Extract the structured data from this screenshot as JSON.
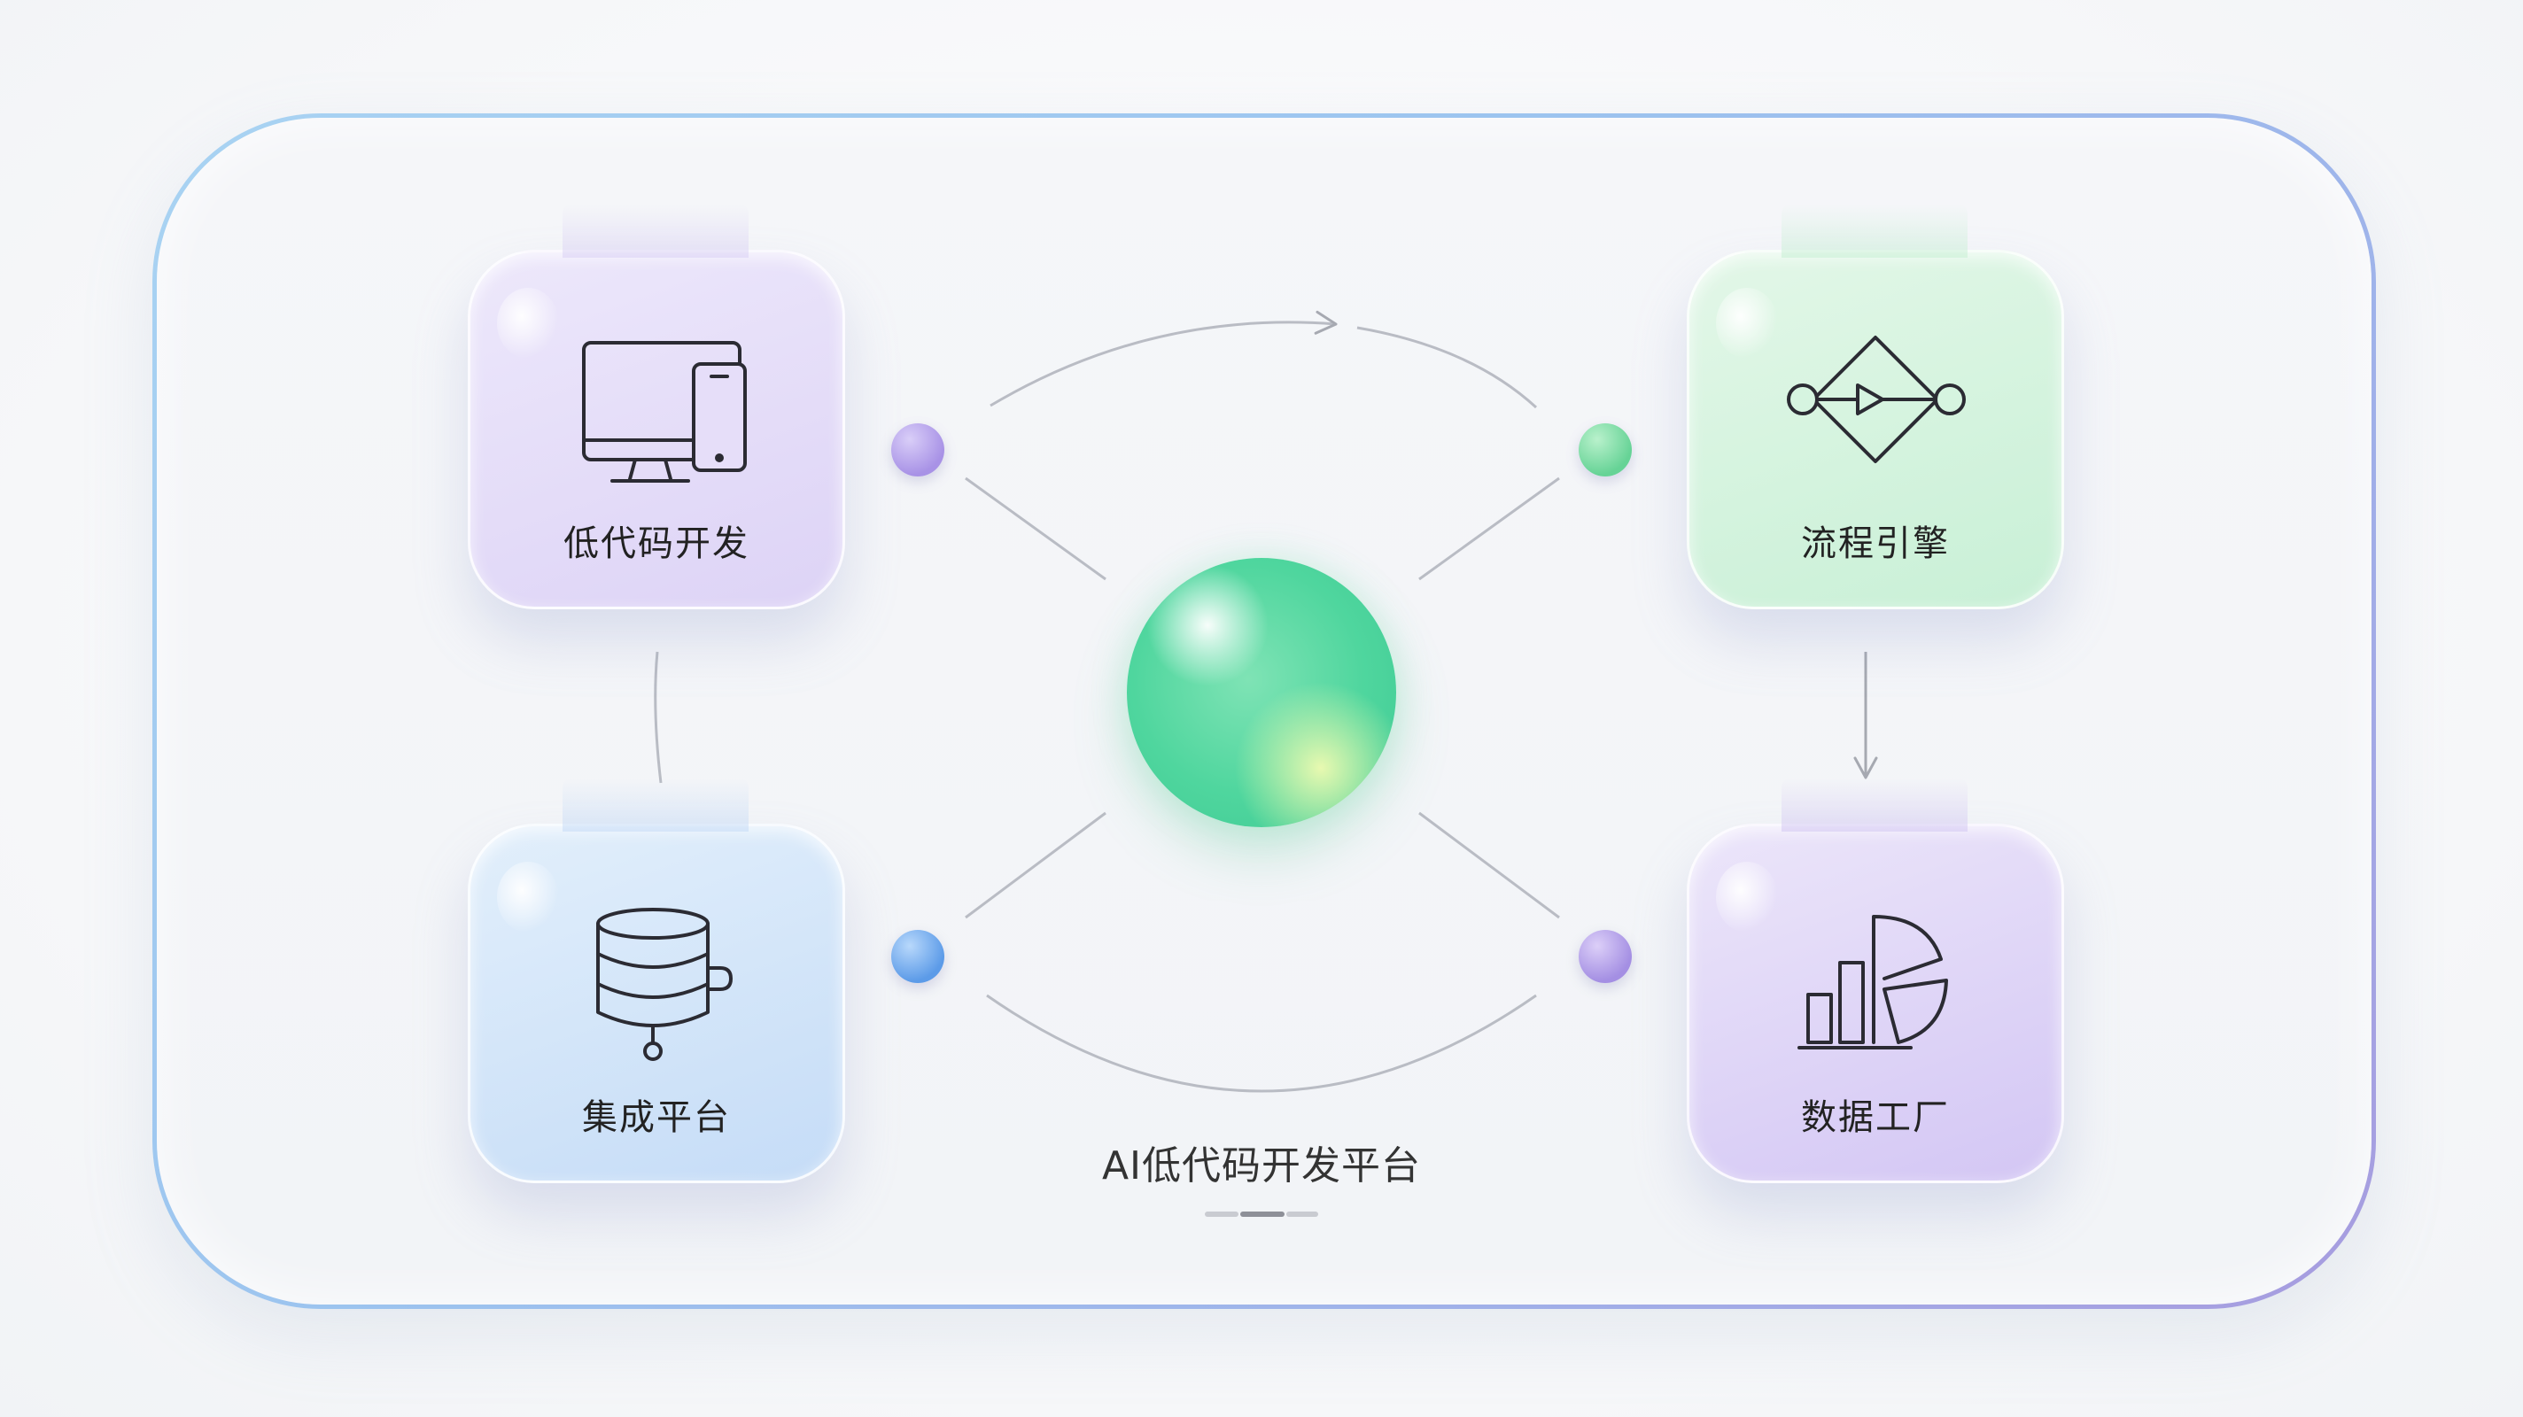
{
  "platform": {
    "title": "AI低代码开发平台"
  },
  "modules": {
    "lowcode": {
      "label": "低代码开发",
      "icon": "desktop-mobile-icon",
      "color": "#ddd3f6"
    },
    "workflow": {
      "label": "流程引擎",
      "icon": "workflow-diamond-icon",
      "color": "#c8f0d6"
    },
    "integration": {
      "label": "集成平台",
      "icon": "database-icon",
      "color": "#c5dcf7"
    },
    "datafactory": {
      "label": "数据工厂",
      "icon": "bar-pie-chart-icon",
      "color": "#d3c6f4"
    }
  },
  "colors": {
    "core_sphere": "#4fd69e",
    "frame_border_start": "#a9d3f2",
    "frame_border_end": "#a79cdf",
    "connector": "#b9bcc4"
  }
}
